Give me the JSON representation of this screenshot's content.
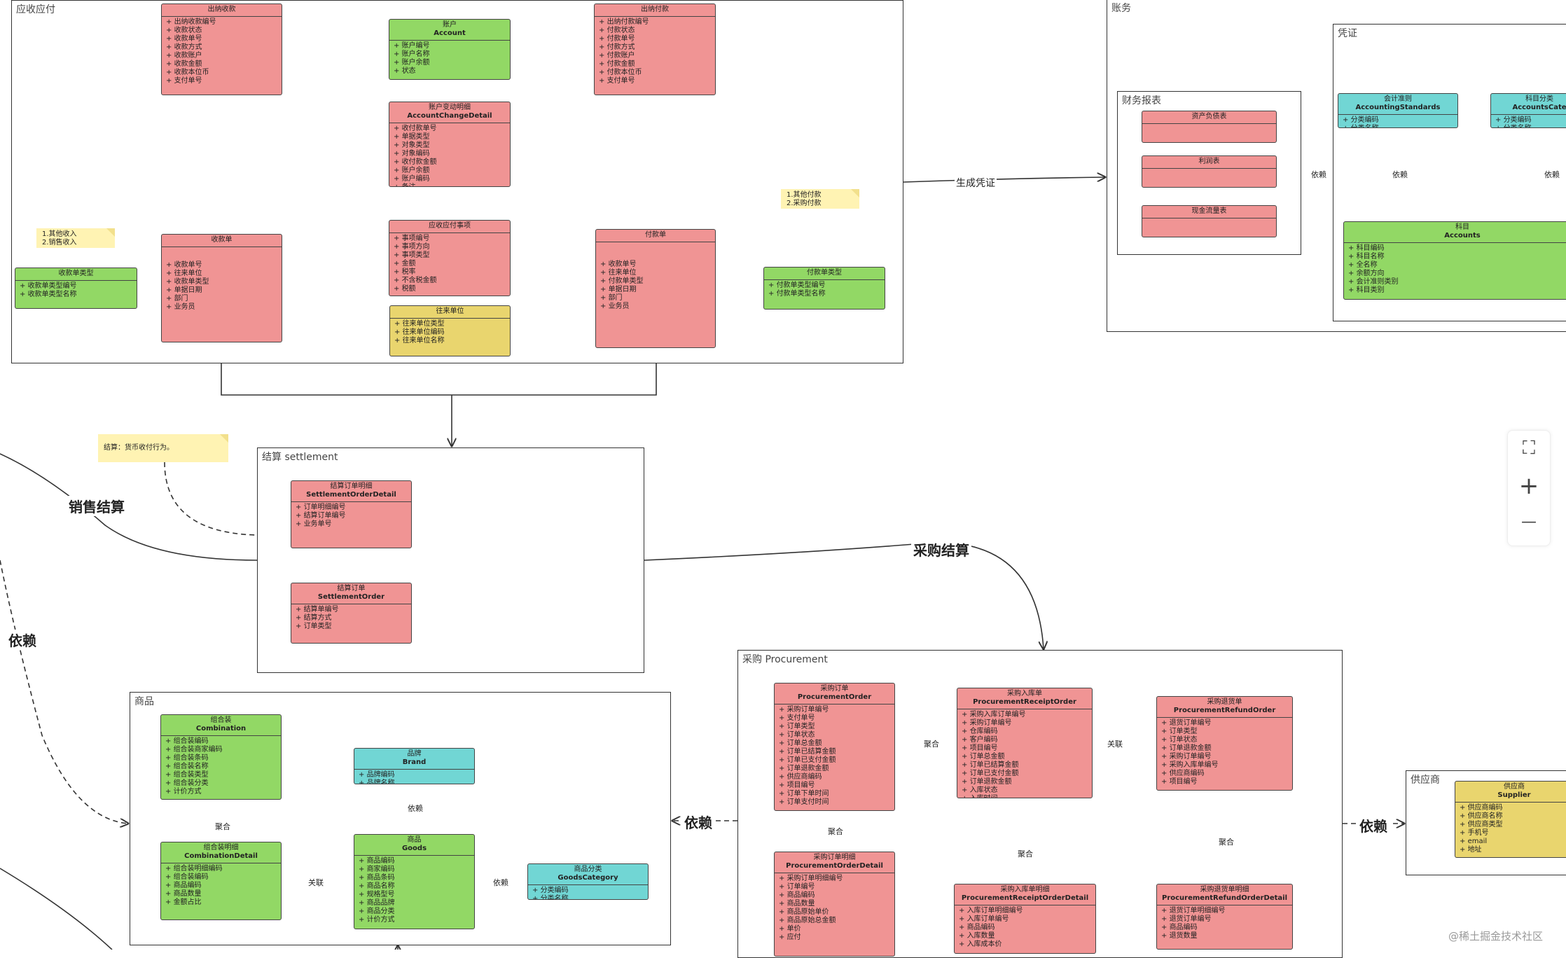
{
  "groups": {
    "ar": "应收应付",
    "ledger": "账务",
    "voucher": "凭证",
    "report": "财务报表",
    "settlement": "结算 settlement",
    "goods": "商品",
    "procurement": "采购 Procurement",
    "supplier": "供应商"
  },
  "classes": {
    "cashReceipt": {
      "cn": "出纳收款",
      "en": "",
      "attrs": [
        "出纳收款编号",
        "收款状态",
        "收款单号",
        "收款方式",
        "收款账户",
        "收款金额",
        "收款本位币",
        "支付单号"
      ]
    },
    "account": {
      "cn": "账户",
      "en": "Account",
      "attrs": [
        "账户编号",
        "账户名称",
        "账户余额",
        "状态"
      ]
    },
    "cashPayment": {
      "cn": "出纳付款",
      "en": "",
      "attrs": [
        "出纳付款编号",
        "付款状态",
        "付款单号",
        "付款方式",
        "付款账户",
        "付款金额",
        "付款本位币",
        "支付单号"
      ]
    },
    "accountChange": {
      "cn": "账户变动明细",
      "en": "AccountChangeDetail",
      "attrs": [
        "收付款单号",
        "单据类型",
        "对象类型",
        "对象编码",
        "收付款金额",
        "账户余额",
        "账户编码",
        "备注"
      ]
    },
    "receiptType": {
      "cn": "收款单类型",
      "en": "",
      "attrs": [
        "收款单类型编号",
        "收款单类型名称"
      ]
    },
    "receipt": {
      "cn": "收款单",
      "en": "",
      "attrs": [
        "收款单号",
        "往来单位",
        "收款单类型",
        "单据日期",
        "部门",
        "业务员"
      ]
    },
    "arItem": {
      "cn": "应收应付事项",
      "en": "",
      "attrs": [
        "事项编号",
        "事项方向",
        "事项类型",
        "金额",
        "税率",
        "不含税金额",
        "税额"
      ]
    },
    "payment": {
      "cn": "付款单",
      "en": "",
      "attrs": [
        "收款单号",
        "往来单位",
        "付款单类型",
        "单据日期",
        "部门",
        "业务员"
      ]
    },
    "paymentType": {
      "cn": "付款单类型",
      "en": "",
      "attrs": [
        "付款单类型编号",
        "付款单类型名称"
      ]
    },
    "partner": {
      "cn": "往来单位",
      "en": "",
      "attrs": [
        "往来单位类型",
        "往来单位编码",
        "往来单位名称"
      ]
    },
    "balanceSheet": {
      "cn": "资产负债表",
      "en": "",
      "attrs": []
    },
    "incomeStatement": {
      "cn": "利润表",
      "en": "",
      "attrs": []
    },
    "cashFlow": {
      "cn": "现金流量表",
      "en": "",
      "attrs": []
    },
    "accountingStd": {
      "cn": "会计准则",
      "en": "AccountingStandards",
      "attrs": [
        "分类编码",
        "分类名称"
      ]
    },
    "subjectCat": {
      "cn": "科目分类",
      "en": "AccountsCate",
      "attrs": [
        "分类编码",
        "分类名称"
      ]
    },
    "subject": {
      "cn": "科目",
      "en": "Accounts",
      "attrs": [
        "科目编码",
        "科目名称",
        "全名称",
        "余额方向",
        "会计准则类别",
        "科目类别"
      ]
    },
    "settleDetail": {
      "cn": "结算订单明细",
      "en": "SettlementOrderDetail",
      "attrs": [
        "订单明细编号",
        "结算订单编号",
        "业务单号"
      ]
    },
    "settleOrder": {
      "cn": "结算订单",
      "en": "SettlementOrder",
      "attrs": [
        "结算单编号",
        "结算方式",
        "订单类型"
      ]
    },
    "combination": {
      "cn": "组合装",
      "en": "Combination",
      "attrs": [
        "组合装编码",
        "组合装商家编码",
        "组合装条码",
        "组合装名称",
        "组合装类型",
        "组合装分类",
        "计价方式"
      ]
    },
    "brand": {
      "cn": "品牌",
      "en": "Brand",
      "attrs": [
        "品牌编码",
        "品牌名称"
      ]
    },
    "comboDetail": {
      "cn": "组合装明细",
      "en": "CombinationDetail",
      "attrs": [
        "组合装明细编码",
        "组合装编码",
        "商品编码",
        "商品数量",
        "金额占比"
      ]
    },
    "goods": {
      "cn": "商品",
      "en": "Goods",
      "attrs": [
        "商品编码",
        "商家编码",
        "商品条码",
        "商品名称",
        "规格型号",
        "商品品牌",
        "商品分类",
        "计价方式"
      ]
    },
    "goodsCat": {
      "cn": "商品分类",
      "en": "GoodsCategory",
      "attrs": [
        "分类编码",
        "分类名称"
      ]
    },
    "procOrder": {
      "cn": "采购订单",
      "en": "ProcurementOrder",
      "attrs": [
        "采购订单编号",
        "支付单号",
        "订单类型",
        "订单状态",
        "订单总金额",
        "订单已结算金额",
        "订单已支付金额",
        "订单退款金额",
        "供应商编码",
        "项目编号",
        "订单下单时间",
        "订单支付时间"
      ]
    },
    "procReceipt": {
      "cn": "采购入库单",
      "en": "ProcurementReceiptOrder",
      "attrs": [
        "采购入库订单编号",
        "采购订单编号",
        "仓库编码",
        "客户编码",
        "项目编号",
        "订单总金额",
        "订单已结算金额",
        "订单已支付金额",
        "订单退款金额",
        "入库状态",
        "入库时间"
      ]
    },
    "procRefund": {
      "cn": "采购退货单",
      "en": "ProcurementRefundOrder",
      "attrs": [
        "退货订单编号",
        "订单类型",
        "订单状态",
        "订单退款金额",
        "采购订单编号",
        "采购入库单编号",
        "供应商编码",
        "项目编号"
      ]
    },
    "procOrderDetail": {
      "cn": "采购订单明细",
      "en": "ProcurementOrderDetail",
      "attrs": [
        "采购订单明细编号",
        "订单编号",
        "商品编码",
        "商品数量",
        "商品原始单价",
        "商品原始总金额",
        "单价",
        "应付"
      ]
    },
    "procReceiptDetail": {
      "cn": "采购入库单明细",
      "en": "ProcurementReceiptOrderDetail",
      "attrs": [
        "入库订单明细编号",
        "入库订单编号",
        "商品编码",
        "入库数量",
        "入库成本价"
      ]
    },
    "procRefundDetail": {
      "cn": "采购退货单明细",
      "en": "ProcurementRefundOrderDetail",
      "attrs": [
        "退货订单明细编号",
        "退货订单编号",
        "商品编码",
        "退货数量"
      ]
    },
    "supplier": {
      "cn": "供应商",
      "en": "Supplier",
      "attrs": [
        "供应商编码",
        "供应商名称",
        "供应商类型",
        "手机号",
        "email",
        "地址"
      ]
    }
  },
  "notes": {
    "receiptNote": [
      "1.其他收入",
      "2.销售收入"
    ],
    "paymentNote": [
      "1.其他付款",
      "2.采购付款"
    ],
    "settleNote": [
      "结算：货币收付行为。"
    ]
  },
  "labels": {
    "genVoucher": "生成凭证",
    "depend": "依赖",
    "aggregate": "聚合",
    "relate": "关联"
  },
  "bigLabels": {
    "salesSettle": "销售结算",
    "purchaseSettle": "采购结算",
    "depend": "依赖"
  },
  "zoom": {
    "fit": "⛶",
    "plus": "+",
    "minus": "—"
  },
  "watermark": "@稀土掘金技术社区",
  "colors": {
    "entity": "#f09494",
    "valueObject": "#92d865",
    "partner": "#e9d56e",
    "dictionary": "#71d6d4"
  }
}
